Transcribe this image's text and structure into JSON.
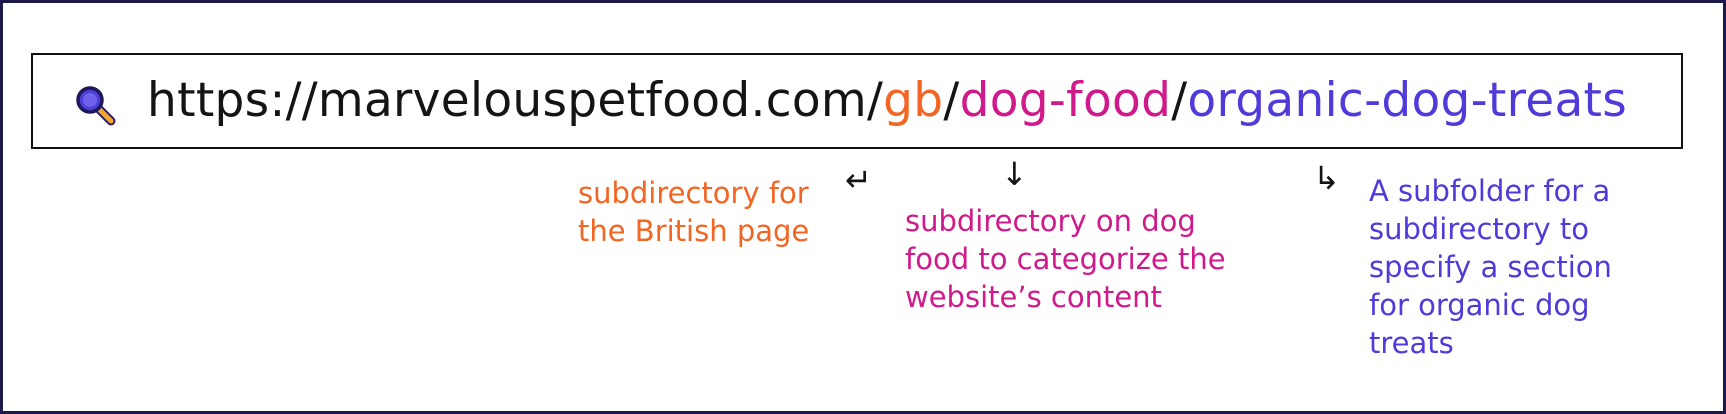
{
  "colors": {
    "base": "#141414",
    "gb": "#f26522",
    "dog_food": "#d0198b",
    "organic": "#4f3bd9",
    "frame": "#1b1a4a"
  },
  "url": {
    "base": "https://marvelouspetfood.com",
    "sep1": "/",
    "gb": "gb",
    "sep2": "/",
    "dog_food": "dog-food",
    "sep3": "/",
    "organic": "organic-dog-treats",
    "icon": "search-icon"
  },
  "annotations": {
    "gb": {
      "text": "subdirectory for\nthe British page",
      "arrow": "↵"
    },
    "dog_food": {
      "text": "subdirectory on dog\nfood to categorize the\nwebsite’s content",
      "arrow": "↓"
    },
    "organic": {
      "text": "A subfolder for a\nsubdirectory to\nspecify a section\nfor organic dog\ntreats",
      "arrow": "↳"
    }
  }
}
